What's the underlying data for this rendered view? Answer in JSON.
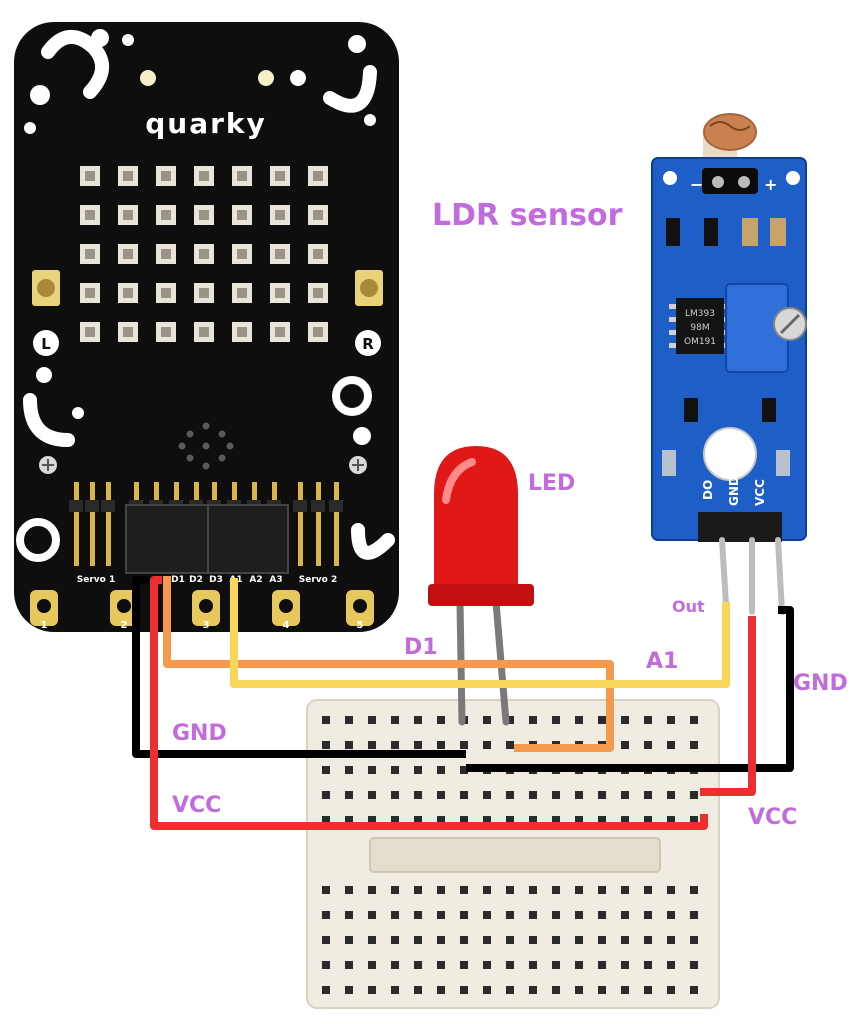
{
  "board": {
    "brand": "quarky",
    "button_left": "L",
    "button_right": "R",
    "header_labels": [
      "Servo 1",
      "D1",
      "D2",
      "D3",
      "A1",
      "A2",
      "A3",
      "Servo 2"
    ],
    "pad_labels": [
      "1",
      "2",
      "3",
      "4",
      "5"
    ]
  },
  "ldr_module": {
    "title": "LDR sensor",
    "chip_text": [
      "LM393",
      "98M",
      "OM191"
    ],
    "pin_labels": [
      "DO",
      "GND",
      "VCC"
    ],
    "plus": "+",
    "minus": "−"
  },
  "led": {
    "label": "LED"
  },
  "wires": {
    "d1": "D1",
    "a1": "A1",
    "gnd_left": "GND",
    "vcc_left": "VCC",
    "gnd_right": "GND",
    "vcc_right": "VCC",
    "out": "Out"
  },
  "colors": {
    "label": "#c26bdc",
    "gnd": "#000000",
    "vcc": "#ee2f2f",
    "d1": "#f59a4d",
    "a1": "#f6d75a",
    "board": "#0e0e0e",
    "module": "#1d5fc6",
    "led": "#e01818",
    "breadboard": "#f1ece1"
  }
}
